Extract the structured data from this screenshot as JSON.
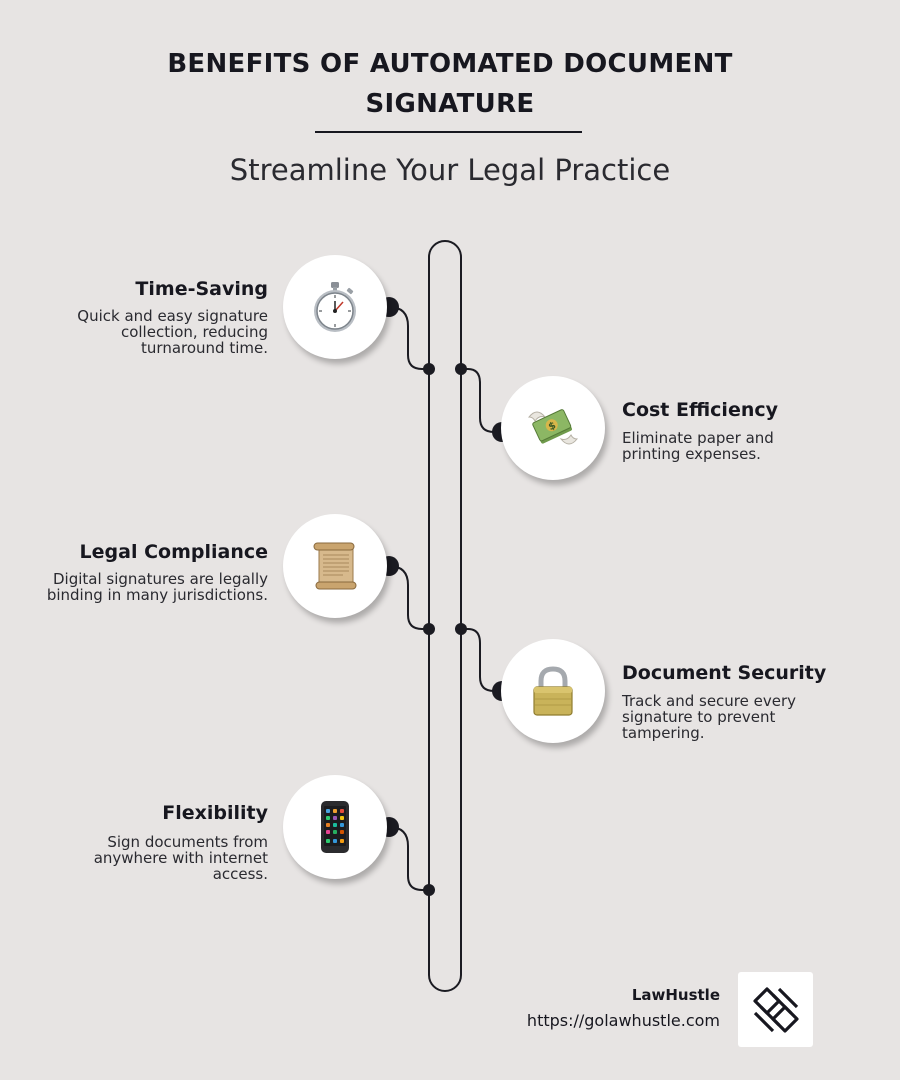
{
  "header": {
    "title": "BENEFITS OF AUTOMATED DOCUMENT SIGNATURE",
    "subtitle": "Streamline Your Legal Practice"
  },
  "features": [
    {
      "title": "Time-Saving",
      "description": "Quick and easy signature collection, reducing turnaround time.",
      "icon": "stopwatch-icon",
      "side": "left"
    },
    {
      "title": "Cost Efficiency",
      "description": "Eliminate paper and printing expenses.",
      "icon": "money-with-wings-icon",
      "side": "right"
    },
    {
      "title": "Legal Compliance",
      "description": "Digital signatures are legally binding in many jurisdictions.",
      "icon": "scroll-icon",
      "side": "left"
    },
    {
      "title": "Document Security",
      "description": "Track and secure every signature to prevent tampering.",
      "icon": "padlock-icon",
      "side": "right"
    },
    {
      "title": "Flexibility",
      "description": "Sign documents from anywhere with internet access.",
      "icon": "mobile-phone-icon",
      "side": "left"
    }
  ],
  "footer": {
    "brand": "LawHustle",
    "url": "https://golawhustle.com",
    "logo": "lawhustle-logo-icon"
  },
  "colors": {
    "background": "#e7e4e3",
    "ink": "#17171f",
    "card": "#ffffff"
  }
}
